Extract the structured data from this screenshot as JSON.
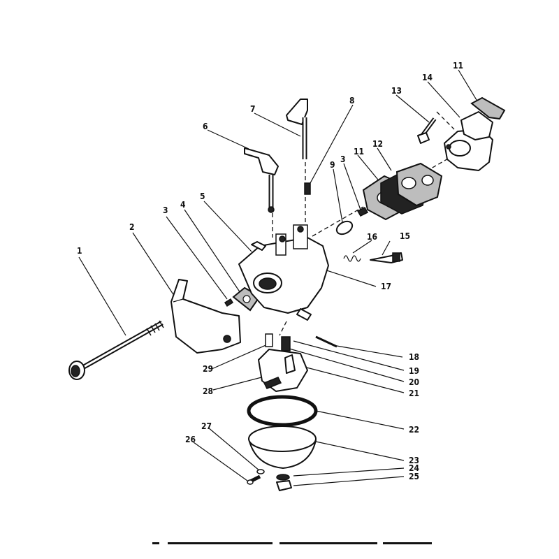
{
  "diagram": {
    "title": "",
    "callouts": [
      "1",
      "2",
      "3",
      "4",
      "5",
      "6",
      "7",
      "8",
      "9",
      "11",
      "12",
      "3",
      "11",
      "13",
      "14",
      "16",
      "15",
      "17",
      "18",
      "19",
      "20",
      "21",
      "29",
      "28",
      "22",
      "23",
      "24",
      "25",
      "27",
      "26"
    ],
    "colors": {
      "ink": "#111111",
      "paper": "#ffffff",
      "gasket": "#bdbdbd"
    }
  }
}
